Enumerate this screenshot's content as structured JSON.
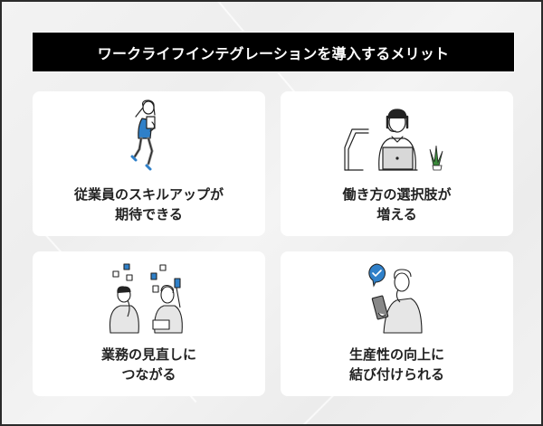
{
  "header": {
    "title": "ワークライフインテグレーションを導入するメリット"
  },
  "colors": {
    "title_bg": "#000000",
    "title_text": "#ffffff",
    "card_bg": "#ffffff",
    "accent_blue": "#2f80c9",
    "plant_green": "#3a8a3a",
    "frame_border": "#2b2b2b"
  },
  "cards": [
    {
      "illustration": "jumping-woman-illustration",
      "lines": [
        "従業員のスキルアップが",
        "期待できる"
      ]
    },
    {
      "illustration": "remote-worker-laptop-illustration",
      "lines": [
        "働き方の選択肢が",
        "増える"
      ]
    },
    {
      "illustration": "two-people-discussing-illustration",
      "lines": [
        "業務の見直しに",
        "つながる"
      ]
    },
    {
      "illustration": "man-with-tablet-checkmark-illustration",
      "lines": [
        "生産性の向上に",
        "結び付けられる"
      ]
    }
  ]
}
